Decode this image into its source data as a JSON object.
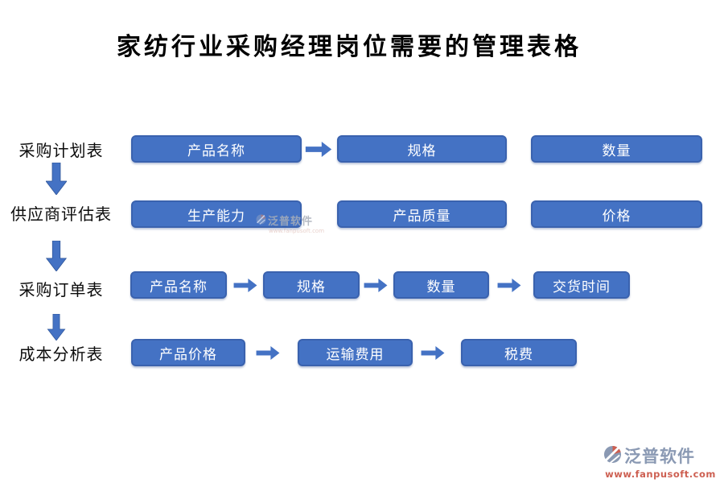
{
  "title": "家纺行业采购经理岗位需要的管理表格",
  "flow": {
    "stages": [
      {
        "label": "采购计划表",
        "fields": [
          "产品名称",
          "规格",
          "数量"
        ]
      },
      {
        "label": "供应商评估表",
        "fields": [
          "生产能力",
          "产品质量",
          "价格"
        ]
      },
      {
        "label": "采购订单表",
        "fields": [
          "产品名称",
          "规格",
          "数量",
          "交货时间"
        ]
      },
      {
        "label": "成本分析表",
        "fields": [
          "产品价格",
          "运输费用",
          "税费"
        ]
      }
    ]
  },
  "watermark": {
    "brand": "泛普软件",
    "url": "www.fanpusoft.com"
  },
  "footer_logo": {
    "brand": "泛普软件",
    "url": "www.fanpusoft.com"
  },
  "colors": {
    "box_fill": "#4472c4",
    "box_border": "#3a62ae",
    "arrow_blue": "#4472c4",
    "title_text": "#000000",
    "logo_gray": "#8a99b3",
    "logo_orange": "#cd5f51"
  }
}
